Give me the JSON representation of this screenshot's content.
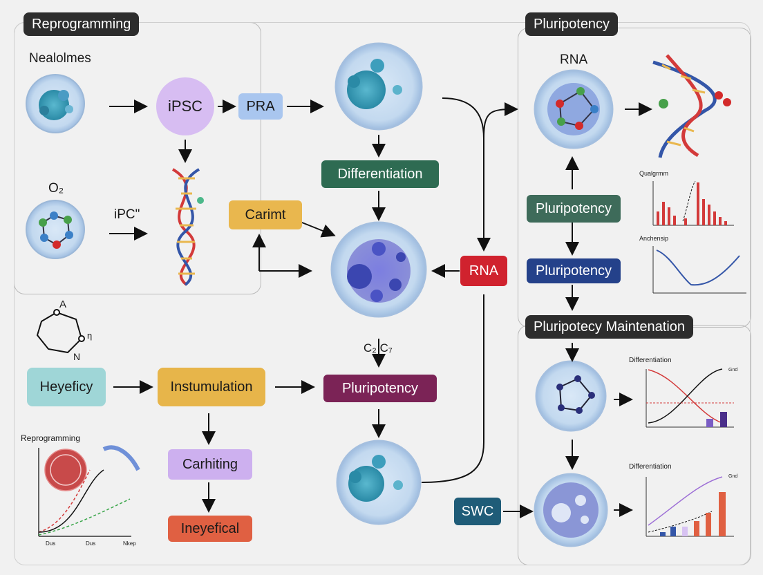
{
  "panels": {
    "reprogramming": "Reprogramming",
    "pluripotency": "Pluripotency",
    "maintenance": "Pluripotecy Maintenation"
  },
  "labels": {
    "nealolmes": "Nealolmes",
    "o2": "O₂",
    "ipc": "iPC\"",
    "rna_top": "RNA",
    "c2c7": "C₂  C₇",
    "reprogramming_small": "Reprogramming",
    "qualgrmm": "Qualgrmm",
    "anchensip": "Anchensip",
    "differentiation_chart1": "Differentiation",
    "differentiation_chart2": "Differentiation",
    "mol_a": "A",
    "mol_n": "N",
    "mol_eta": "η"
  },
  "boxes": {
    "ipsc": "iPSC",
    "pra": "PRA",
    "differentiation": "Differentiation",
    "carimt": "Carimt",
    "rna": "RNA",
    "heyeficy": "Heyeficy",
    "instumulation": "Instumulation",
    "pluripotency_main": "Pluripotency",
    "carhiting": "Carhiting",
    "ineyefical": "Ineyefical",
    "swc": "SWC",
    "pluripotency_green": "Pluripotency",
    "pluripotency_blue": "Pluripotency"
  },
  "colors": {
    "ipsc": "#d7bdf2",
    "pra": "#a9c6ef",
    "differentiation": "#2e6b52",
    "carimt": "#e9b74e",
    "rna": "#d0222e",
    "heyeficy": "#9fd6d7",
    "instumulation": "#e7b54a",
    "pluripotency_main": "#7b2356",
    "carhiting": "#cdb0ef",
    "ineyefical": "#e06042",
    "swc": "#1f5c78",
    "pluripotency_green": "#3e6b5a",
    "pluripotency_blue": "#24418a"
  },
  "chart_labels": {
    "left_x": [
      "Dus",
      "Dus",
      "Nkep"
    ],
    "bottom_right_legend": "Gnd",
    "top_right_legend": "Gnd"
  }
}
